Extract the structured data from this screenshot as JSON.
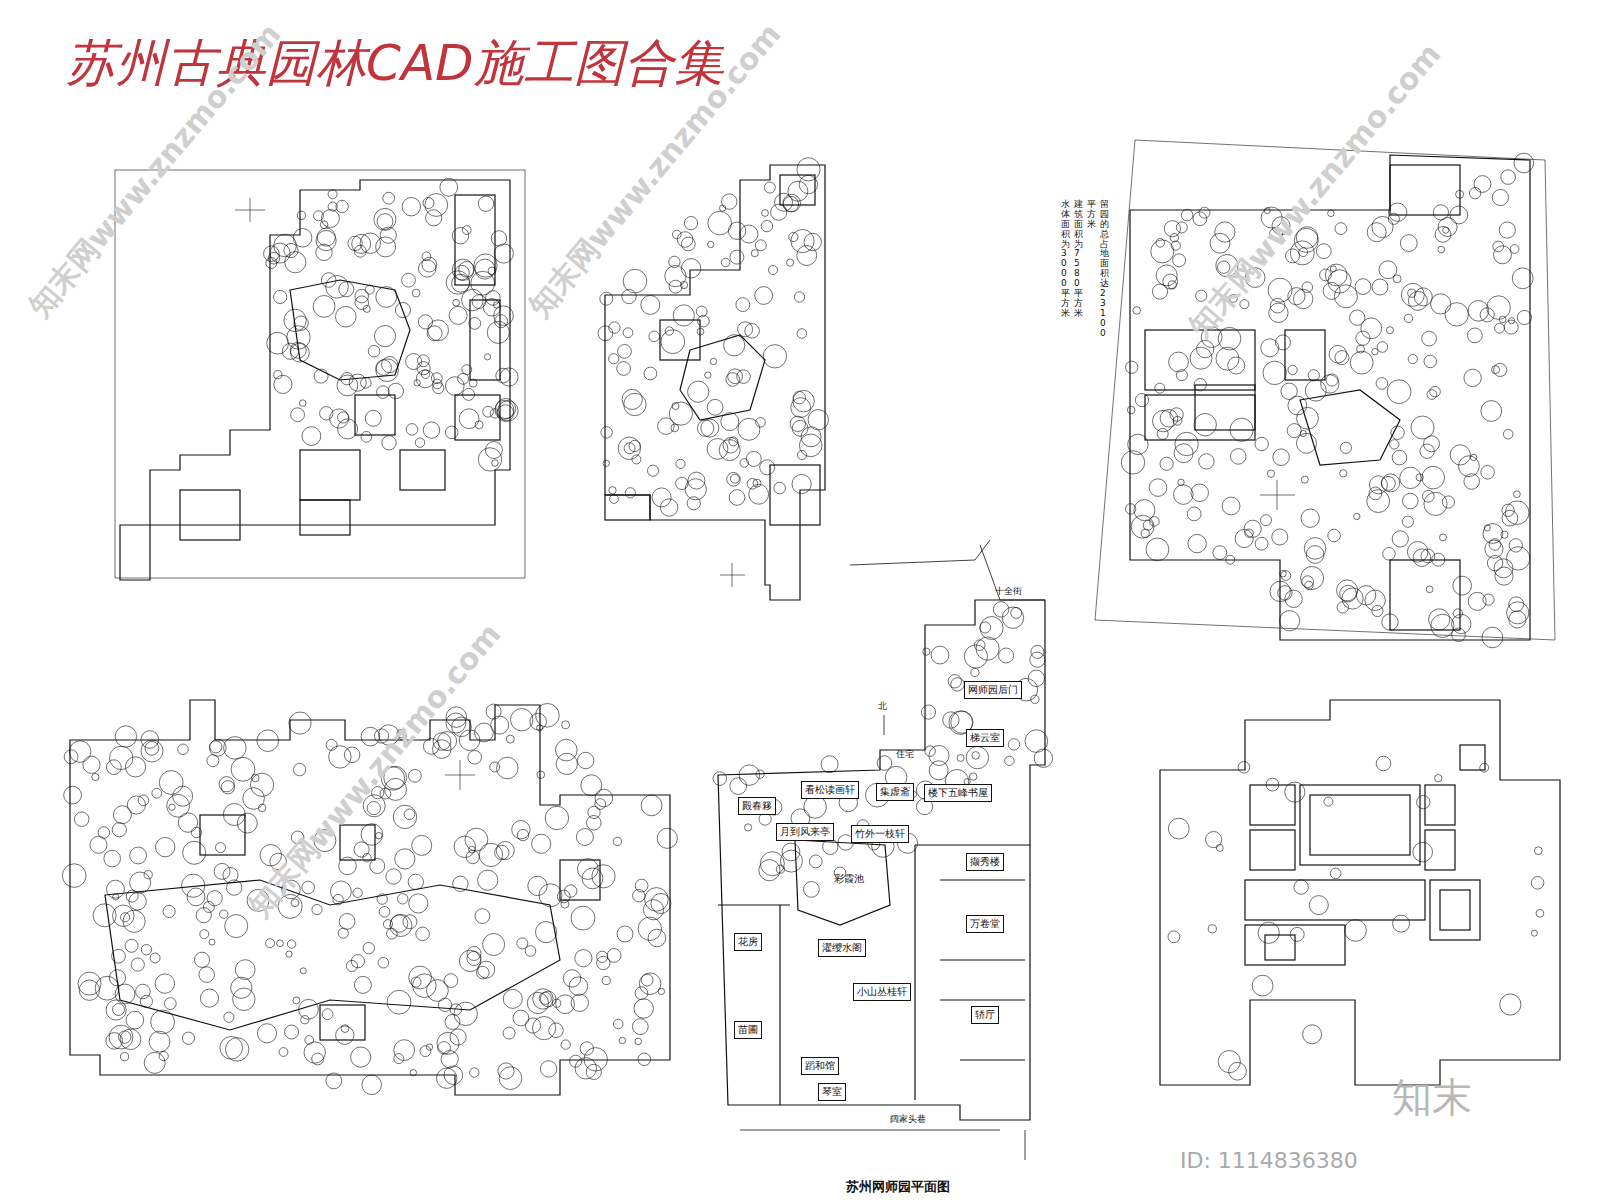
{
  "diagram": {
    "title": "苏州古典园林CAD施工图合集",
    "caption": "苏州网师园平面图",
    "nodes": [
      {
        "text": [
          "殿春簃"
        ]
      },
      {
        "text": [
          "看松读画轩"
        ]
      },
      {
        "text": [
          "集虚斋"
        ]
      },
      {
        "text": [
          "楼下五峰书屋"
        ]
      },
      {
        "text": [
          "梯云室"
        ]
      },
      {
        "text": [
          "网师园后门"
        ]
      },
      {
        "text": [
          "竹外一枝轩"
        ]
      },
      {
        "text": [
          "月到风来亭"
        ]
      },
      {
        "text": [
          "撷秀楼"
        ]
      },
      {
        "text": [
          "花房"
        ]
      },
      {
        "text": [
          "濯缨水阁"
        ]
      },
      {
        "text": [
          "万卷堂"
        ]
      },
      {
        "text": [
          "小山丛桂轩"
        ]
      },
      {
        "text": [
          "苗圃"
        ]
      },
      {
        "text": [
          "轿厅"
        ]
      },
      {
        "text": [
          "蹈和馆"
        ]
      },
      {
        "text": [
          "琴室"
        ]
      }
    ],
    "labels": [
      "知末网www.znzmo.com",
      "知末网www.znzmo.com",
      "知末网www.znzmo.com",
      "知末网www.znzmo.com",
      "知末",
      "ID: 1114836380",
      "十全街",
      "住宅",
      "北",
      "彩霞池",
      "阔家头巷",
      "留园的总占地面积达23100",
      "平方米",
      "建筑面积为7580平方米",
      "水体面积为3000平方米"
    ]
  }
}
